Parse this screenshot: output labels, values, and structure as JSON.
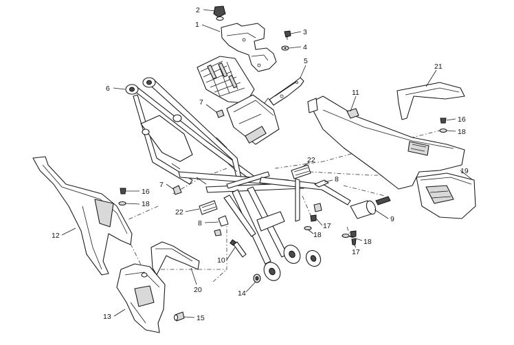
{
  "callouts": {
    "c1": "1",
    "c2": "2",
    "c3": "3",
    "c4": "4",
    "c5": "5",
    "c6": "6",
    "c7a": "7",
    "c7b": "7",
    "c8a": "8",
    "c8b": "8",
    "c9": "9",
    "c10": "10",
    "c11": "11",
    "c12": "12",
    "c13": "13",
    "c14": "14",
    "c15": "15",
    "c16a": "16",
    "c16b": "16",
    "c17a": "17",
    "c17b": "17",
    "c18a": "18",
    "c18b": "18",
    "c18c": "18",
    "c18d": "18",
    "c19": "19",
    "c20": "20",
    "c21": "21",
    "c22a": "22",
    "c22b": "22"
  }
}
